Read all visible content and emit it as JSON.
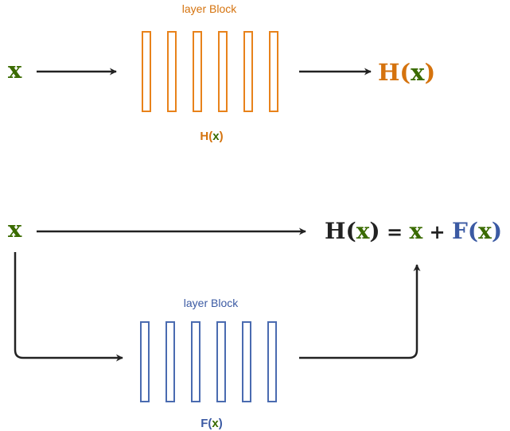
{
  "colors": {
    "green": "#3a6b00",
    "orange": "#d5730e",
    "blue": "#3b5aa3",
    "dark": "#222222"
  },
  "top": {
    "input": "x",
    "block_title": "layer Block",
    "block_label": {
      "fn": "H",
      "open": "(",
      "arg": "x",
      "close": ")"
    },
    "output": {
      "fn": "H",
      "open": "(",
      "arg": "x",
      "close": ")"
    }
  },
  "bottom": {
    "input": "x",
    "block_title": "layer Block",
    "block_label": {
      "fn": "F",
      "open": "(",
      "arg": "x",
      "close": ")"
    },
    "equation": {
      "lhs_fn": "H",
      "lhs_open": "(",
      "lhs_arg": "x",
      "lhs_close": ")",
      "eq": " = ",
      "x": "x",
      "plus": " + ",
      "rhs_fn": "F",
      "rhs_open": "(",
      "rhs_arg": "x",
      "rhs_close": ")"
    }
  }
}
